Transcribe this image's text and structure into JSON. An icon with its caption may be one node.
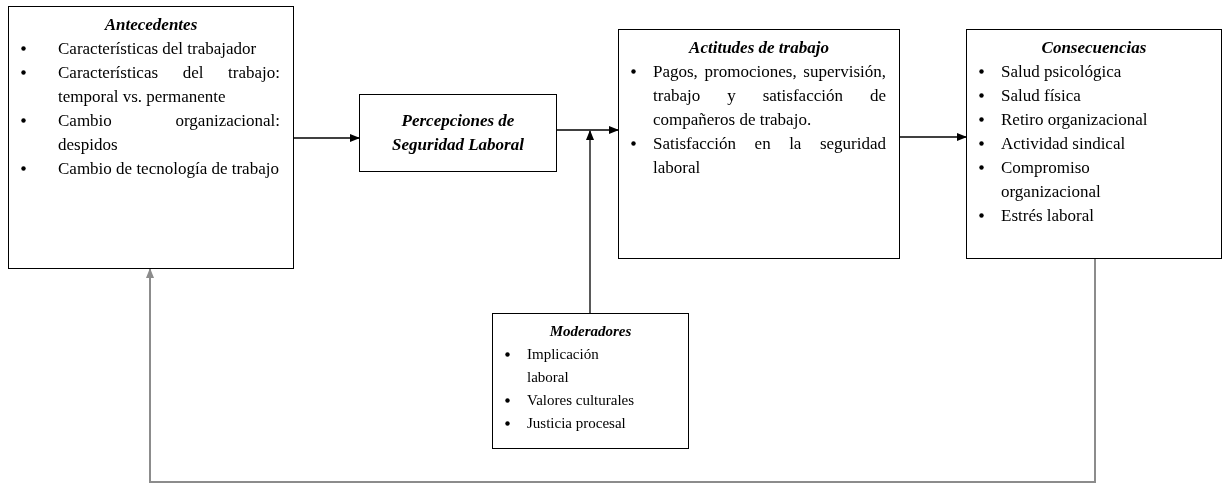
{
  "diagram": {
    "nodes": [
      {
        "text": [
          "Antecedentes",
          "Características del trabajador",
          "Características del trabajo: temporal vs. permanente",
          "Cambio organizacional: despidos",
          "Cambio de tecnología de trabajo"
        ]
      },
      {
        "text": [
          "Percepciones de Seguridad Laboral"
        ]
      },
      {
        "text": [
          "Actitudes de trabajo",
          "Pagos, promociones, supervisión, trabajo y satisfacción de compañeros de trabajo.",
          "Satisfacción en la seguridad laboral"
        ]
      },
      {
        "text": [
          "Consecuencias",
          "Salud psicológica",
          "Salud física",
          "Retiro organizacional",
          "Actividad sindical",
          "Compromiso organizacional",
          "Estrés laboral"
        ]
      },
      {
        "text": [
          "Moderadores",
          "Implicación laboral",
          "Valores culturales",
          "Justicia procesal"
        ]
      }
    ],
    "edges": [
      {
        "from": 0,
        "to": 1,
        "arrow": "to"
      },
      {
        "from": 1,
        "to": 2,
        "arrow": "to"
      },
      {
        "from": 2,
        "to": 3,
        "arrow": "to"
      },
      {
        "from": 4,
        "to": 2,
        "arrow": "to"
      },
      {
        "from": 3,
        "to": 0,
        "arrow": "to",
        "color": "#8c8c8c"
      }
    ]
  }
}
